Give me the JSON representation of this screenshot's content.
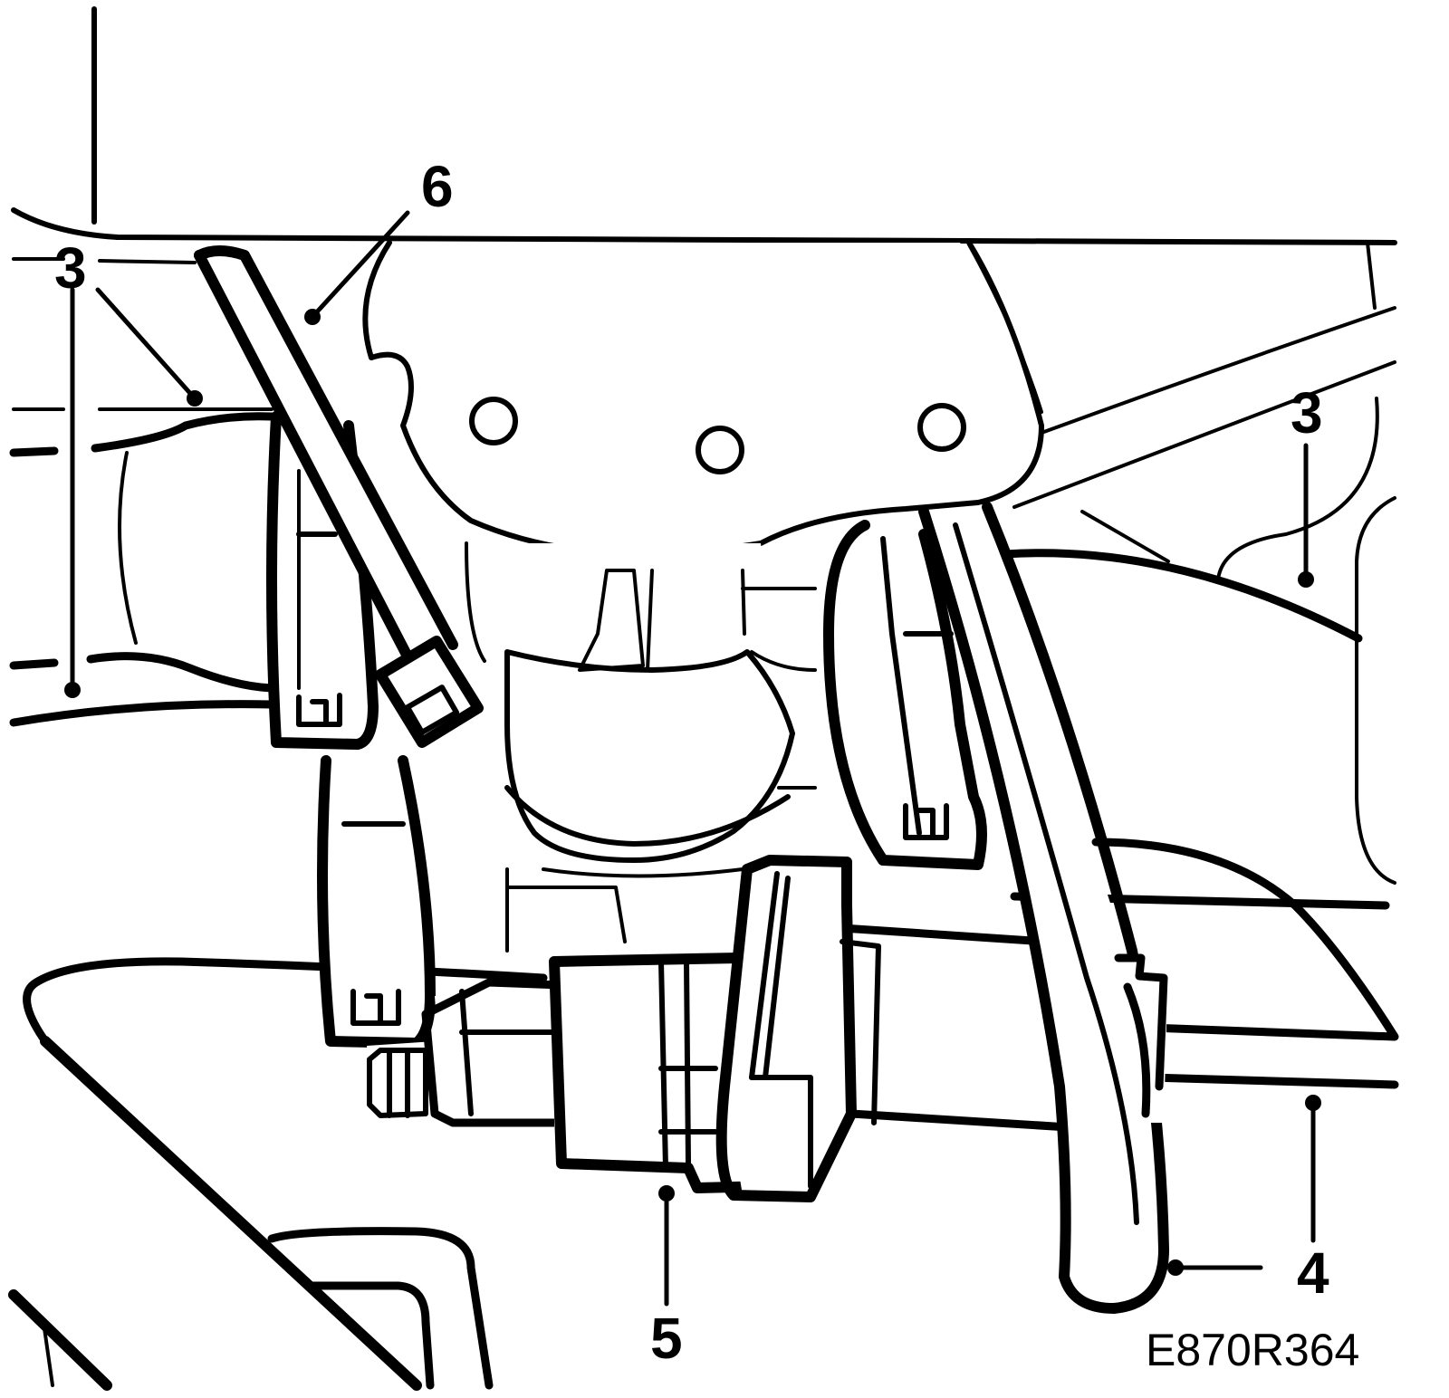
{
  "diagram": {
    "callouts": [
      {
        "id": "c3a",
        "label": "3"
      },
      {
        "id": "c3b",
        "label": "3"
      },
      {
        "id": "c4",
        "label": "4"
      },
      {
        "id": "c5",
        "label": "5"
      },
      {
        "id": "c6",
        "label": "6"
      }
    ],
    "reference_code": "E870R364",
    "colors": {
      "line": "#000000",
      "background": "#ffffff"
    }
  }
}
